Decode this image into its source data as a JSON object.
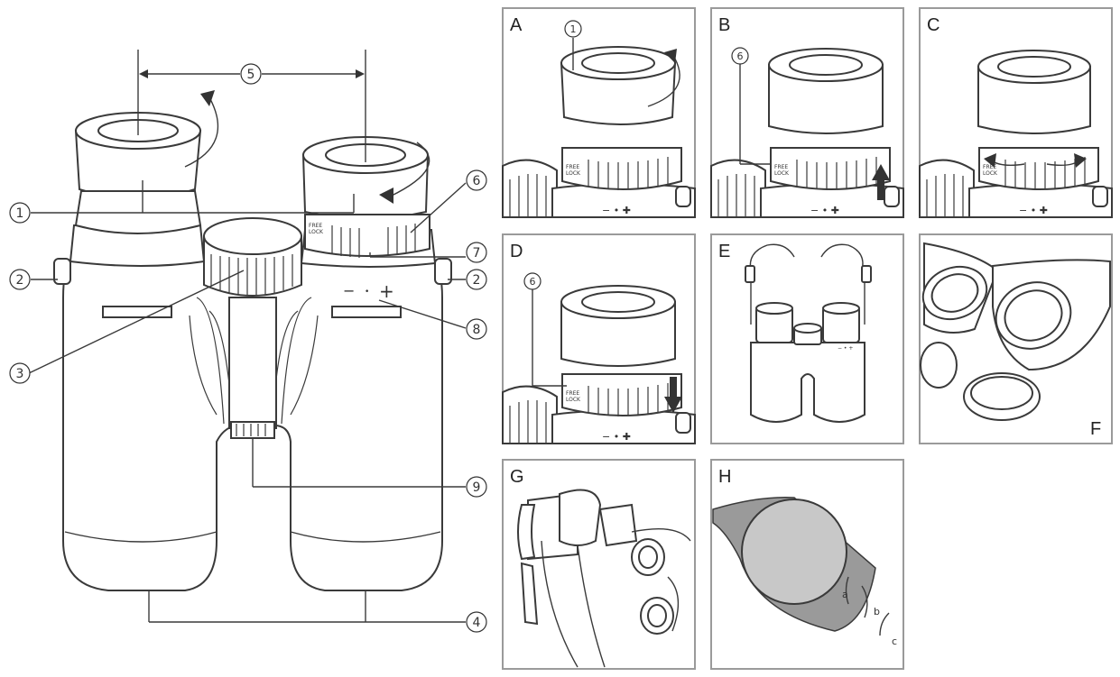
{
  "main_diagram": {
    "callouts": [
      {
        "id": "c1",
        "text": "1"
      },
      {
        "id": "c2l",
        "text": "2"
      },
      {
        "id": "c2r",
        "text": "2"
      },
      {
        "id": "c3",
        "text": "3"
      },
      {
        "id": "c4",
        "text": "4"
      },
      {
        "id": "c5",
        "text": "5"
      },
      {
        "id": "c6",
        "text": "6"
      },
      {
        "id": "c7",
        "text": "7"
      },
      {
        "id": "c8",
        "text": "8"
      },
      {
        "id": "c9",
        "text": "9"
      }
    ],
    "ring_text": [
      "FREE",
      "LOCK"
    ],
    "diopter_marks": {
      "minus": "−",
      "dot": "•",
      "plus": "+"
    }
  },
  "panels": [
    {
      "label": "A",
      "callout": "1"
    },
    {
      "label": "B",
      "callout": "6"
    },
    {
      "label": "C",
      "callout": ""
    },
    {
      "label": "D",
      "callout": "6"
    },
    {
      "label": "E",
      "callout": ""
    },
    {
      "label": "F",
      "callout": ""
    },
    {
      "label": "G",
      "callout": ""
    },
    {
      "label": "H",
      "callout": "",
      "strap_letters": [
        "a",
        "b",
        "c"
      ]
    }
  ]
}
